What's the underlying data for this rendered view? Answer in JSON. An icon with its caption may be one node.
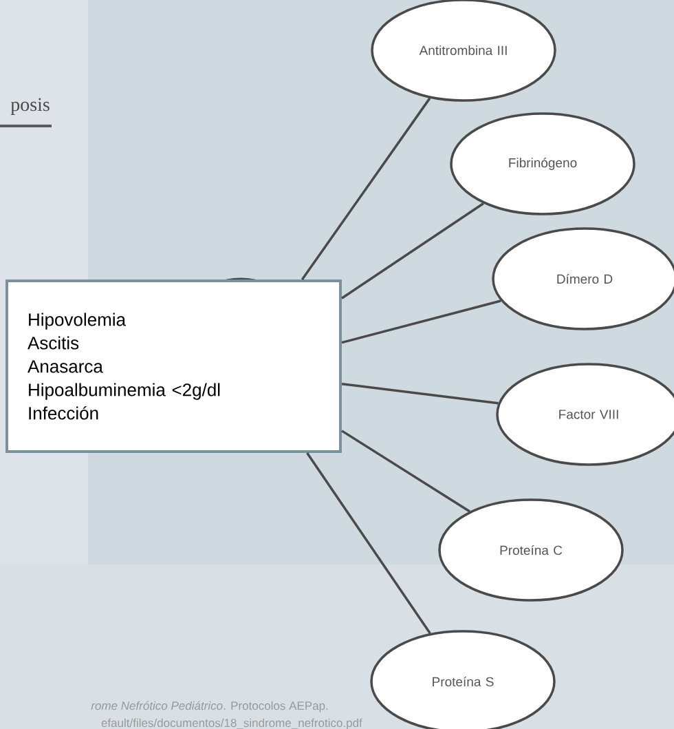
{
  "diagram": {
    "nodes": [
      {
        "text": [
          "Hipovolemia",
          "Ascitis",
          "Anasarca",
          "Hipoalbuminemia <2g/dl",
          "Infección"
        ]
      },
      {
        "text": [
          "Antitrombina III"
        ]
      },
      {
        "text": [
          "Fibrinógeno"
        ]
      },
      {
        "text": [
          "Dímero D"
        ]
      },
      {
        "text": [
          "Factor VIII"
        ]
      },
      {
        "text": [
          "Proteína C"
        ]
      },
      {
        "text": [
          "Proteína S"
        ]
      }
    ],
    "edges": [
      {
        "from": 0,
        "to": 1,
        "arrow": "none"
      },
      {
        "from": 0,
        "to": 2,
        "arrow": "none"
      },
      {
        "from": 0,
        "to": 3,
        "arrow": "none"
      },
      {
        "from": 0,
        "to": 4,
        "arrow": "none"
      },
      {
        "from": 0,
        "to": 5,
        "arrow": "none"
      },
      {
        "from": 0,
        "to": 6,
        "arrow": "none"
      }
    ],
    "labels": [
      "posis",
      "*rome Nefrótico Pediátrico*. Protocolos AEPap.",
      "efault/files/documentos/18_sindrome_nefrotico.pdf"
    ]
  }
}
